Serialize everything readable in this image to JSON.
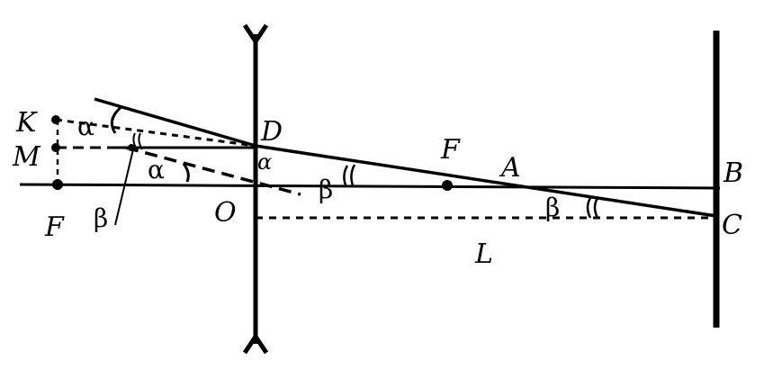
{
  "labels": {
    "K": "K",
    "M": "M",
    "F_left": "F",
    "D": "D",
    "O": "O",
    "F_mid": "F",
    "A": "A",
    "B": "B",
    "C": "C",
    "L": "L"
  },
  "angles": {
    "alpha_top": "α",
    "alpha_mid": "α",
    "alpha_lens": "α",
    "beta_left": "β",
    "beta_mid": "β",
    "beta_right": "β"
  },
  "colors": {
    "ink": "#000000",
    "background": "#ffffff"
  }
}
